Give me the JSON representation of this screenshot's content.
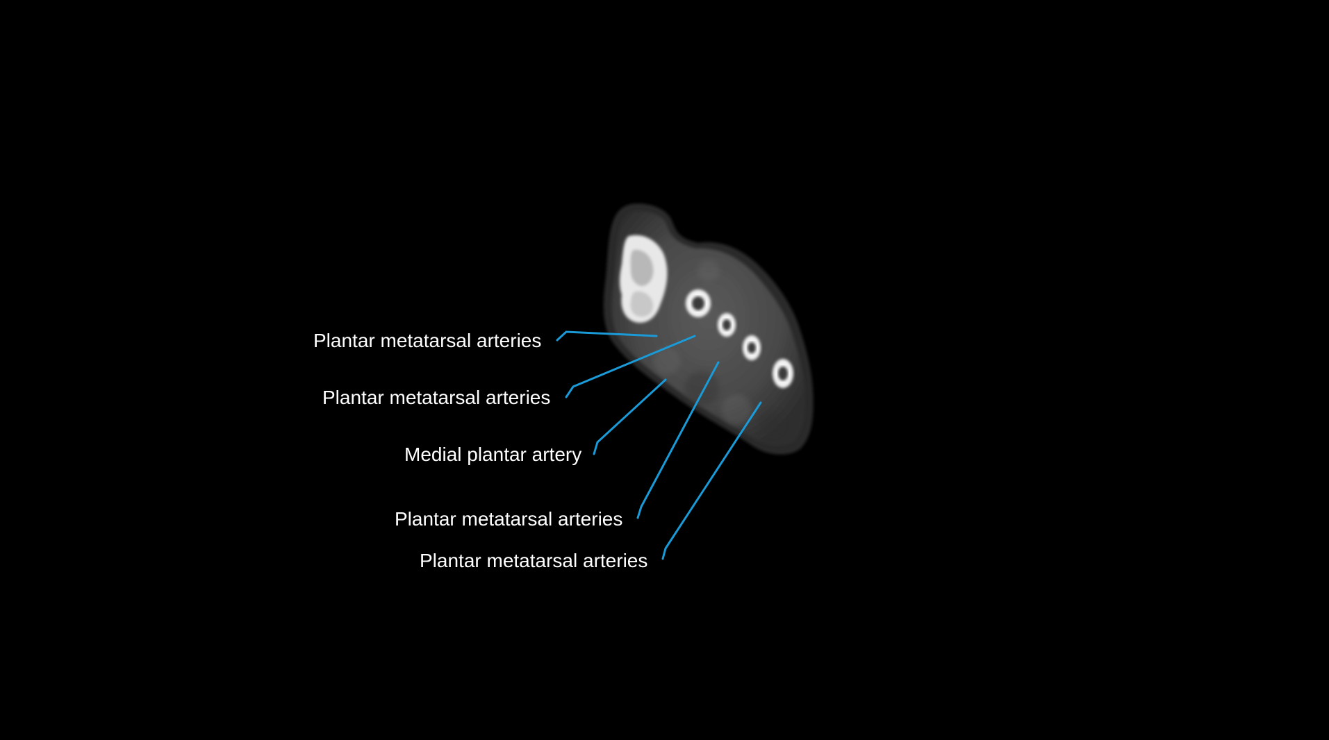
{
  "image": {
    "background_color": "#000000",
    "leader_line_color": "#1a9ad6",
    "subject": "CT axial slice of foot"
  },
  "labels": [
    {
      "text": "Plantar metatarsal arteries"
    },
    {
      "text": "Plantar metatarsal arteries"
    },
    {
      "text": "Medial plantar artery"
    },
    {
      "text": "Plantar metatarsal arteries"
    },
    {
      "text": "Plantar metatarsal arteries"
    }
  ]
}
